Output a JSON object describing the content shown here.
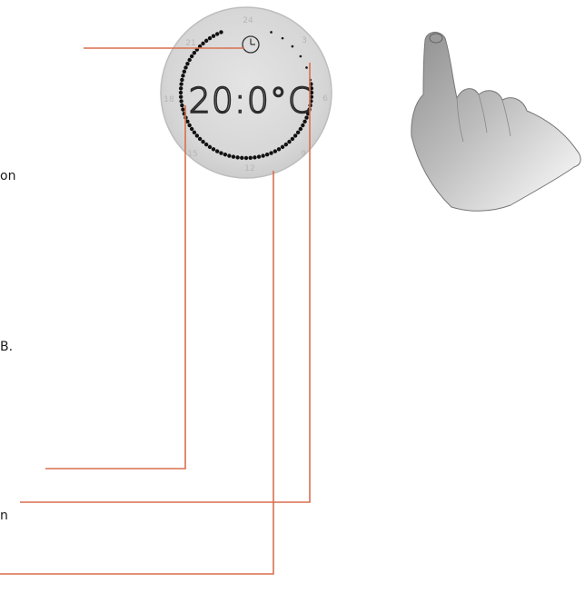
{
  "text_fragments": {
    "label_1": "on",
    "label_2": "B.",
    "label_3": "n"
  },
  "display": {
    "readout": "20:0°C",
    "dial_numbers": {
      "top": "24",
      "top_right": "3",
      "right": "6",
      "bottom_right": "9",
      "bottom": "12",
      "bottom_left": "15",
      "left": "18",
      "top_left": "21"
    }
  },
  "icons": {
    "clock": "clock-icon",
    "hand": "pointing-hand-icon"
  },
  "colors": {
    "leader_line": "#d96f4e",
    "dial_face": "#d8d8d8",
    "dial_rim": "#bdbdbd",
    "dots": "#111111"
  }
}
